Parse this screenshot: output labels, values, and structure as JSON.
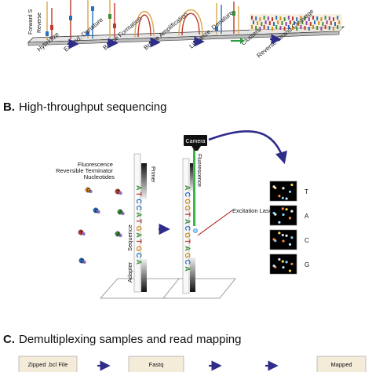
{
  "panel_a": {
    "strand_labels": [
      "Forward S",
      "Reverse"
    ],
    "steps": [
      "Hybridize",
      "Extend, Denature",
      "Bridge Formation",
      "Bridge Amplification",
      "Linearize, Denature",
      "Clusters",
      "Reverse Strand Cleavage"
    ]
  },
  "panel_b": {
    "letter": "B.",
    "title": "High-throughput sequencing",
    "camera_label": "Camera",
    "fluorescence_label": "Fluorescence",
    "terminator_label": "Fluorescence Reversible Terminator Nucleotides",
    "terminator_lines": [
      "Fluorescence",
      "Reversible Terminator",
      "Nucleotides"
    ],
    "primer_label": "Primer",
    "sequence_label": "Sequence",
    "adapter_label": "Adapter",
    "laser_label": "Excitation Laser",
    "channels": [
      "T",
      "A",
      "C",
      "G"
    ],
    "strand_bases": [
      "A",
      "T",
      "C",
      "C",
      "A",
      "T",
      "G",
      "A",
      "T",
      "G",
      "C",
      "A"
    ],
    "strand2_bases": [
      "A",
      "C",
      "G",
      "G",
      "T",
      "A",
      "C",
      "G",
      "T",
      "A",
      "G",
      "C",
      "A"
    ],
    "free_nucleotides": [
      "G",
      "T",
      "C",
      "A",
      "T",
      "A",
      "C"
    ],
    "colors": {
      "A": "#3b8f3b",
      "T": "#c0392b",
      "C": "#2c6fbf",
      "G": "#d68a1e",
      "arrow": "#2f2d8a"
    }
  },
  "panel_c": {
    "letter": "C.",
    "title": "Demultiplexing samples and read mapping",
    "boxes": [
      "Zipped .bcl File",
      "Fastq",
      "Mapped"
    ]
  }
}
